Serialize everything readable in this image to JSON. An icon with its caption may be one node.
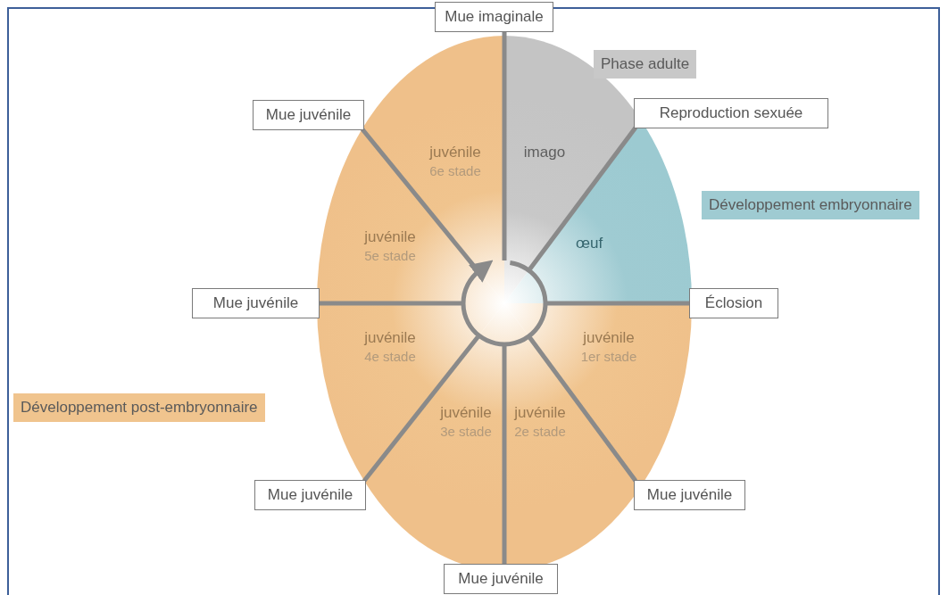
{
  "diagram": {
    "nodes": [
      {
        "text": [
          "Mue imaginale"
        ]
      },
      {
        "text": [
          "Mue juvénile"
        ]
      },
      {
        "text": [
          "Reproduction sexuée"
        ]
      },
      {
        "text": [
          "imago"
        ]
      },
      {
        "text": [
          "juvénile",
          "6e stade"
        ]
      },
      {
        "text": [
          "juvénile",
          "5e stade"
        ]
      },
      {
        "text": [
          "œuf"
        ]
      },
      {
        "text": [],
        "shape": "circle"
      },
      {
        "text": [
          "Mue juvénile"
        ]
      },
      {
        "text": [
          "Éclosion"
        ]
      },
      {
        "text": [
          "juvénile",
          "4e stade"
        ]
      },
      {
        "text": [
          "juvénile",
          "1er stade"
        ]
      },
      {
        "text": [
          "juvénile",
          "3e stade"
        ]
      },
      {
        "text": [
          "juvénile",
          "2e stade"
        ]
      },
      {
        "text": [
          "Mue juvénile"
        ]
      },
      {
        "text": [
          "Mue juvénile"
        ]
      },
      {
        "text": [
          "Mue juvénile"
        ]
      }
    ],
    "edges": [
      {
        "from": 7,
        "to": 0,
        "arrow": "none"
      },
      {
        "from": 7,
        "to": 2,
        "arrow": "none"
      },
      {
        "from": 7,
        "to": 9,
        "arrow": "none"
      },
      {
        "from": 7,
        "to": 15,
        "arrow": "none"
      },
      {
        "from": 7,
        "to": 16,
        "arrow": "none"
      },
      {
        "from": 7,
        "to": 14,
        "arrow": "none"
      },
      {
        "from": 7,
        "to": 8,
        "arrow": "none"
      },
      {
        "from": 7,
        "to": 1,
        "arrow": "none"
      }
    ],
    "legend": [
      {
        "text": "Phase adulte",
        "color": "#c8c8c8"
      },
      {
        "text": "Développement embryonnaire",
        "color": "#9fcbd2"
      },
      {
        "text": "Développement post-embryonnaire",
        "color": "#f0c48e"
      }
    ]
  }
}
